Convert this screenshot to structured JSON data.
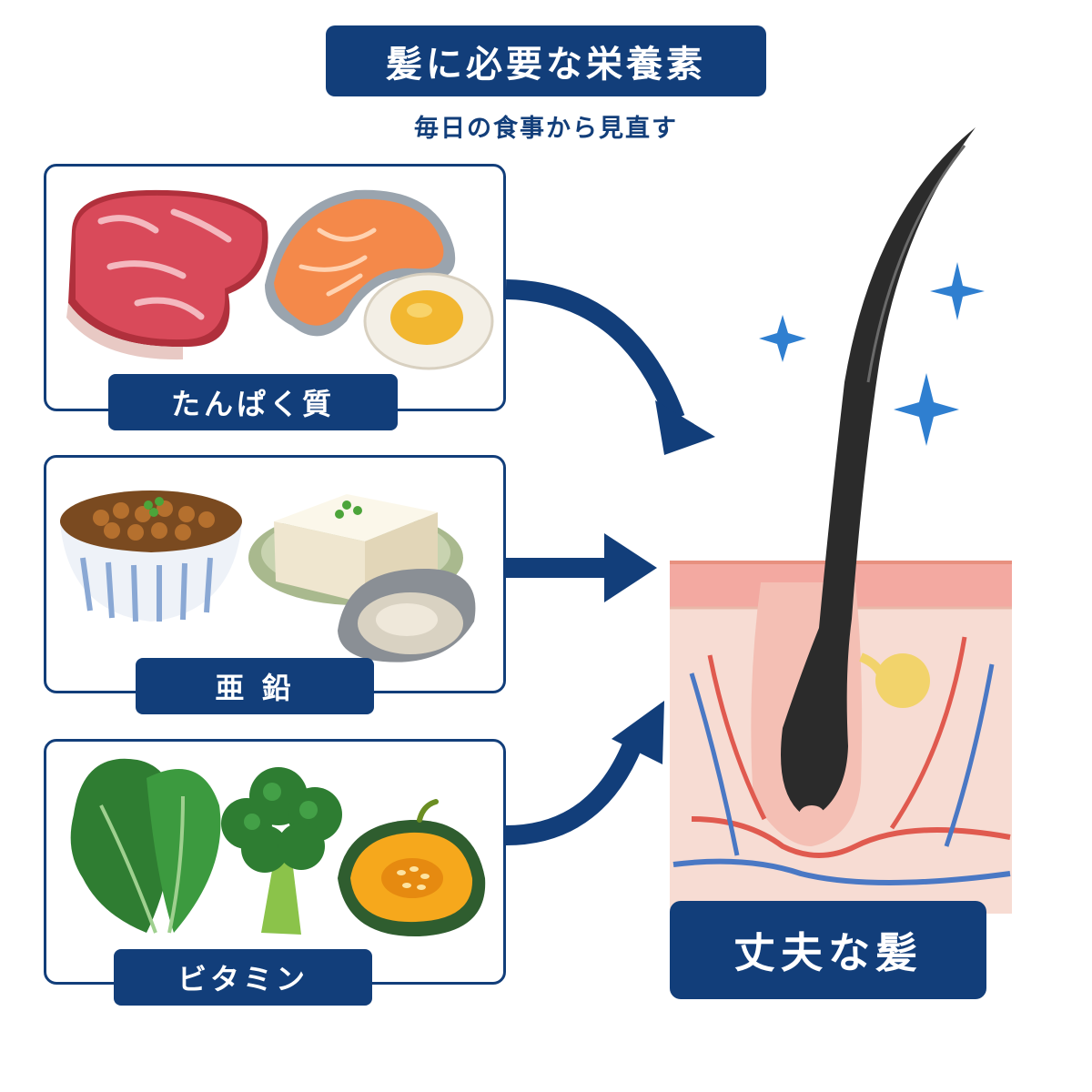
{
  "header": {
    "title": "髪に必要な栄養素",
    "subtitle": "毎日の食事から見直す"
  },
  "nutrients": [
    {
      "label": "たんぱく質",
      "foods": [
        "meat-icon",
        "salmon-icon",
        "boiled-egg-icon"
      ]
    },
    {
      "label": "亜 鉛",
      "foods": [
        "natto-icon",
        "tofu-icon",
        "oyster-icon"
      ]
    },
    {
      "label": "ビタミン",
      "foods": [
        "spinach-icon",
        "broccoli-icon",
        "pumpkin-icon"
      ]
    }
  ],
  "result": {
    "label": "丈夫な髪"
  },
  "colors": {
    "navy": "#123e7a",
    "sparkle": "#2f7fd0",
    "hair": "#2b2b2b",
    "skin": "#f7d8cf",
    "artery": "#e05a4f",
    "vein": "#4a78c4"
  }
}
